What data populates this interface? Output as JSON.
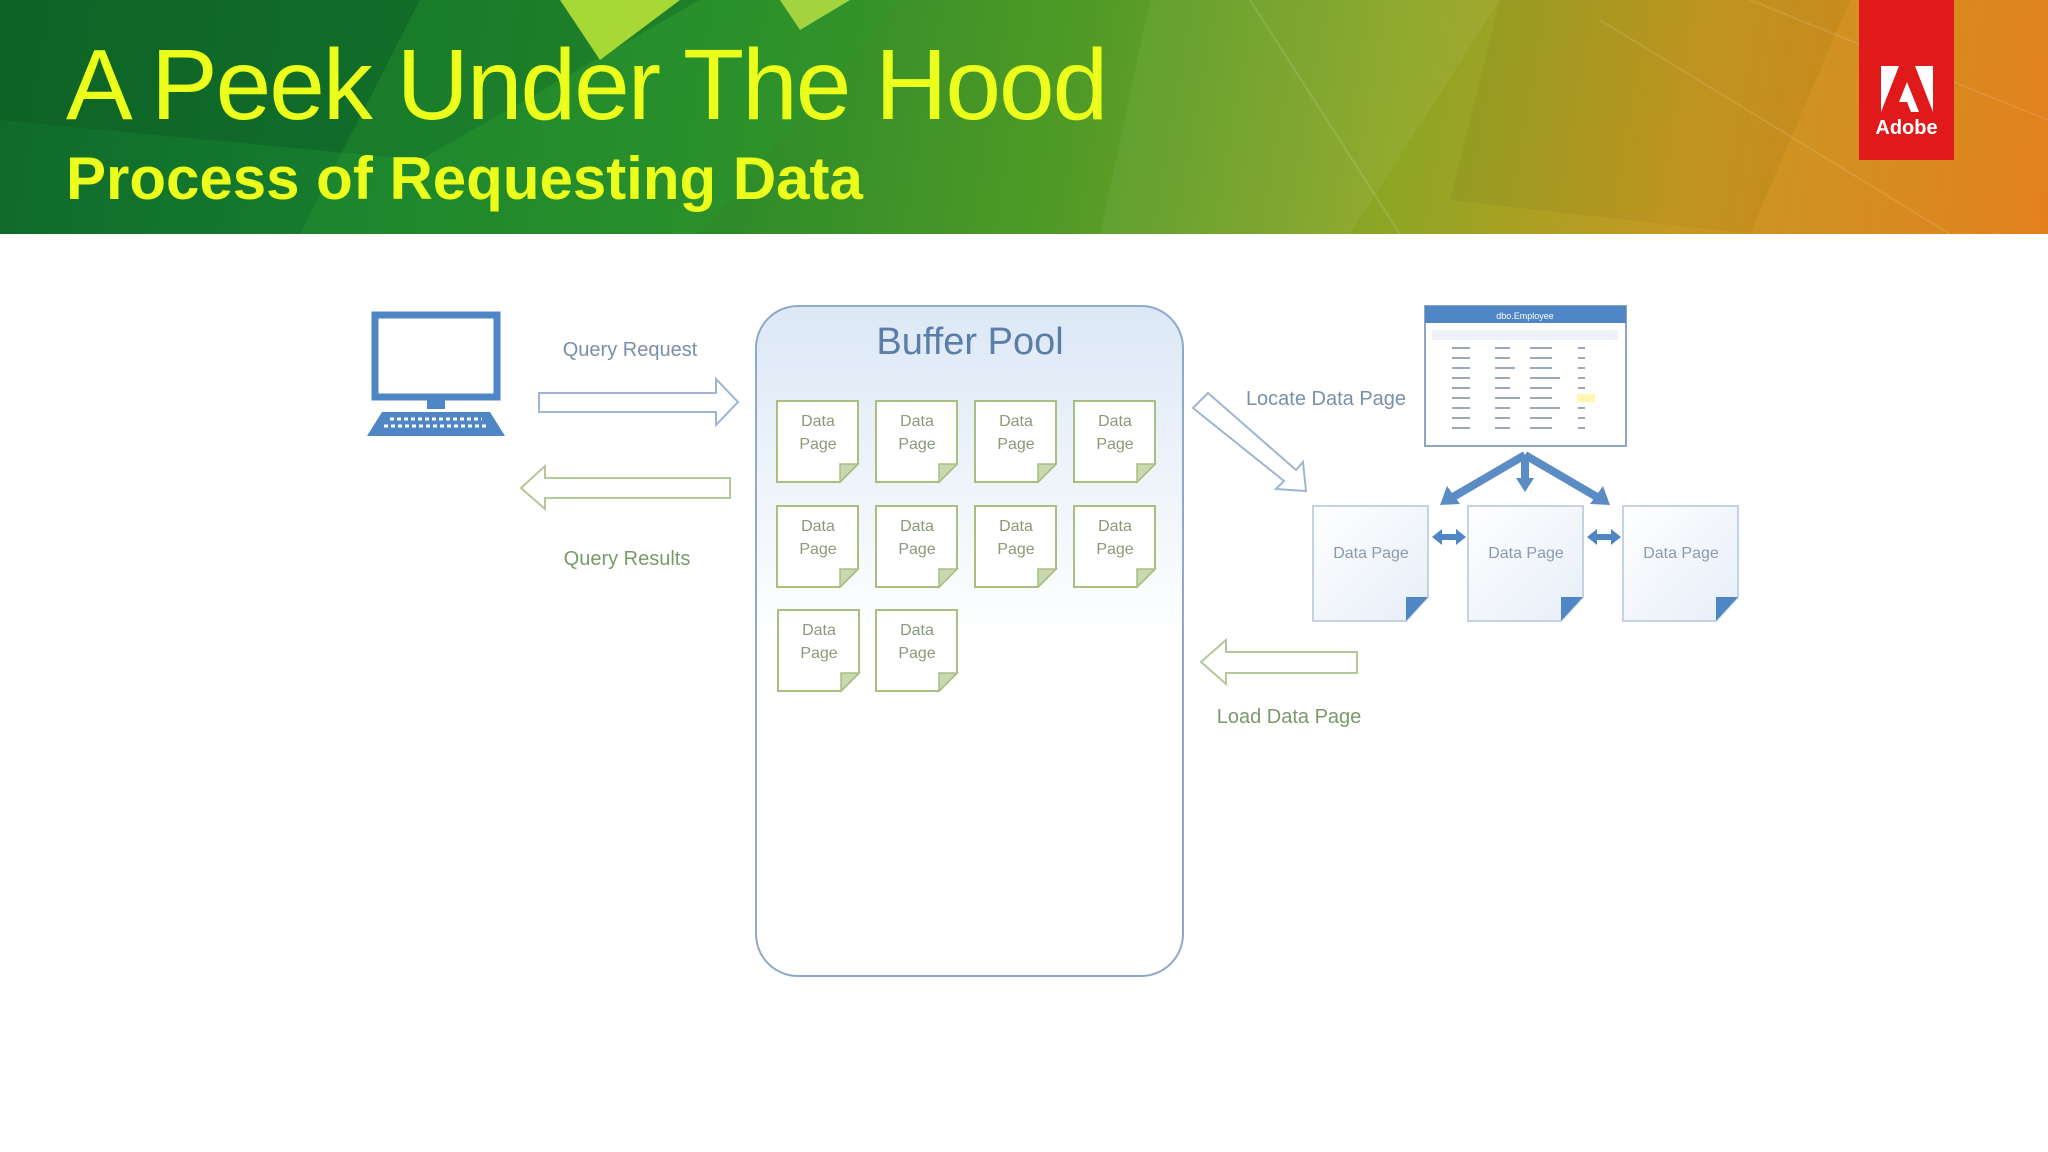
{
  "slide": {
    "title": "A Peek Under The Hood",
    "subtitle": "Process of Requesting Data",
    "logo_text": "Adobe"
  },
  "diagram": {
    "query_request": "Query Request",
    "query_results": "Query Results",
    "buffer_pool": "Buffer Pool",
    "locate_data_page": "Locate Data Page",
    "load_data_page": "Load Data Page",
    "data_page_line1": "Data",
    "data_page_line2": "Page",
    "data_page_label": "Data Page",
    "table_title": "dbo.Employee"
  },
  "colors": {
    "title": "#ecff1c",
    "accent_blue": "#4f86c6",
    "label_text": "#7a8fa8",
    "page_green_border": "#a8bf80",
    "logo_red": "#e01a1a"
  },
  "icons": [
    "computer-icon",
    "database-table-icon",
    "adobe-logo-icon"
  ]
}
